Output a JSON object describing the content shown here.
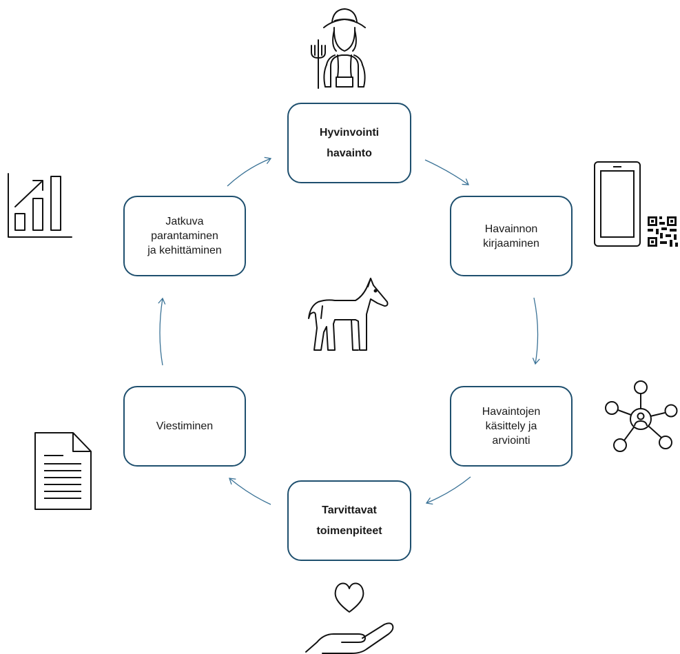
{
  "nodes": {
    "observation": "Hyvinvointi\nhavainto",
    "recording": "Havainnon\nkirjaaminen",
    "processing": "Havaintojen\nkäsittely ja\narviointi",
    "actions": "Tarvittavat\ntoimenpiteet",
    "communication": "Viestiminen",
    "improvement": "Jatkuva\nparantaminen\nja kehittäminen"
  },
  "icons": {
    "top": "farmer-icon",
    "right_top": "smartphone-qr-icon",
    "right_bottom": "network-icon",
    "bottom": "heart-hand-icon",
    "left_bottom": "document-icon",
    "left_top": "bar-chart-icon",
    "center": "horse-icon"
  },
  "colors": {
    "box_border": "#1e4f6e",
    "arrow": "#3a7296",
    "icon": "#111111"
  }
}
